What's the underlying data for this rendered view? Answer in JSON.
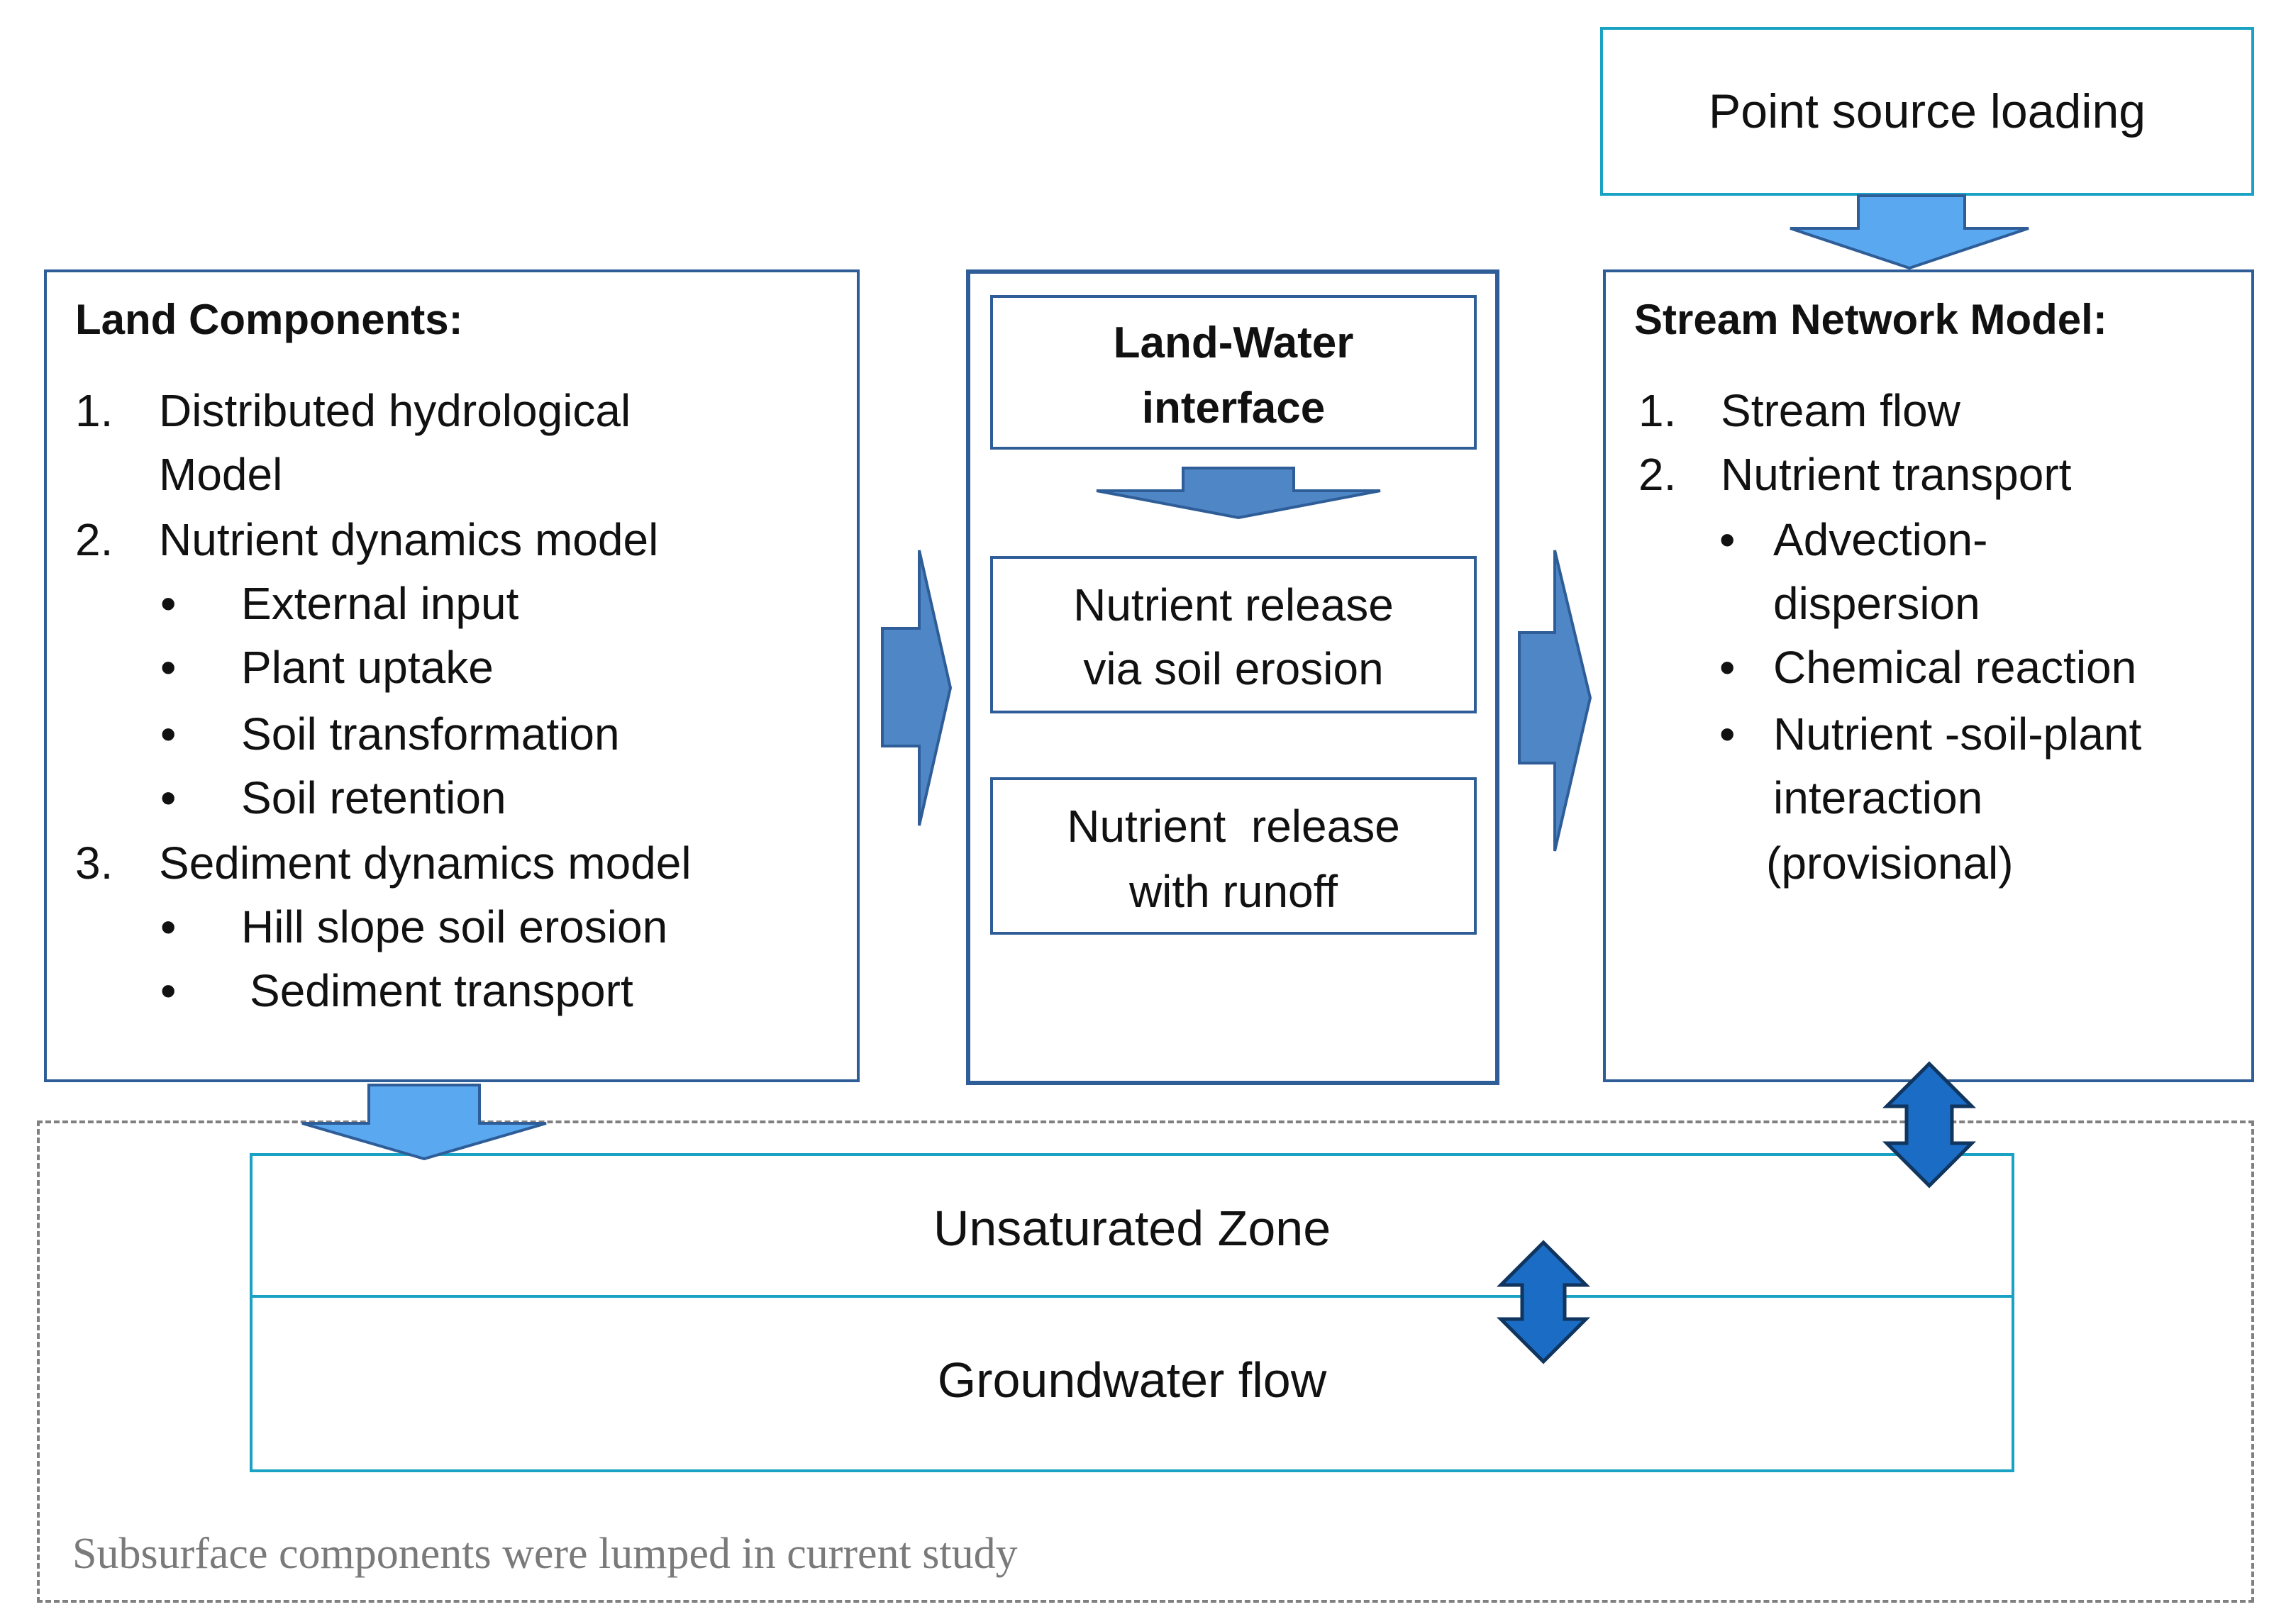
{
  "point_source": {
    "label": "Point source loading"
  },
  "land": {
    "title": "Land Components:",
    "items": [
      {
        "num": "1.",
        "lines": [
          "Distributed hydrological",
          "Model"
        ]
      },
      {
        "num": "2.",
        "lines": [
          "Nutrient dynamics model"
        ]
      },
      {
        "bullet": "•",
        "text": "External input"
      },
      {
        "bullet": "•",
        "text": "Plant uptake"
      },
      {
        "bullet": "•",
        "text": "Soil transformation"
      },
      {
        "bullet": "•",
        "text": "Soil retention"
      },
      {
        "num": "3.",
        "lines": [
          "Sediment dynamics model"
        ]
      },
      {
        "bullet": "•",
        "text": "Hill slope soil erosion"
      },
      {
        "bullet": "•",
        "text": "Sediment transport"
      }
    ]
  },
  "interface": {
    "title_lines": [
      "Land-Water",
      "interface"
    ],
    "box1_lines": [
      "Nutrient release",
      "via soil erosion"
    ],
    "box2_lines": [
      "Nutrient  release",
      "with runoff"
    ]
  },
  "stream": {
    "title": "Stream Network Model:",
    "items": [
      {
        "num": "1.",
        "text": "Stream flow"
      },
      {
        "num": "2.",
        "text": "Nutrient transport"
      },
      {
        "bullet": "•",
        "lines": [
          "Advection-",
          "dispersion"
        ]
      },
      {
        "bullet": "•",
        "lines": [
          "Chemical reaction"
        ]
      },
      {
        "bullet": "•",
        "lines": [
          "Nutrient -soil-plant",
          "interaction"
        ]
      },
      {
        "text": "(provisional)"
      }
    ]
  },
  "subsurface": {
    "unsaturated": "Unsaturated Zone",
    "groundwater": "Groundwater flow",
    "note": "Subsurface components were lumped in current study"
  },
  "colors": {
    "box_border": "#2e5d97",
    "cyan_border": "#1aa2c4",
    "arrow_light": "#5aa8f0",
    "arrow_mid": "#4f86c6",
    "arrow_dark": "#1a6cc4",
    "dashed": "#808080"
  }
}
